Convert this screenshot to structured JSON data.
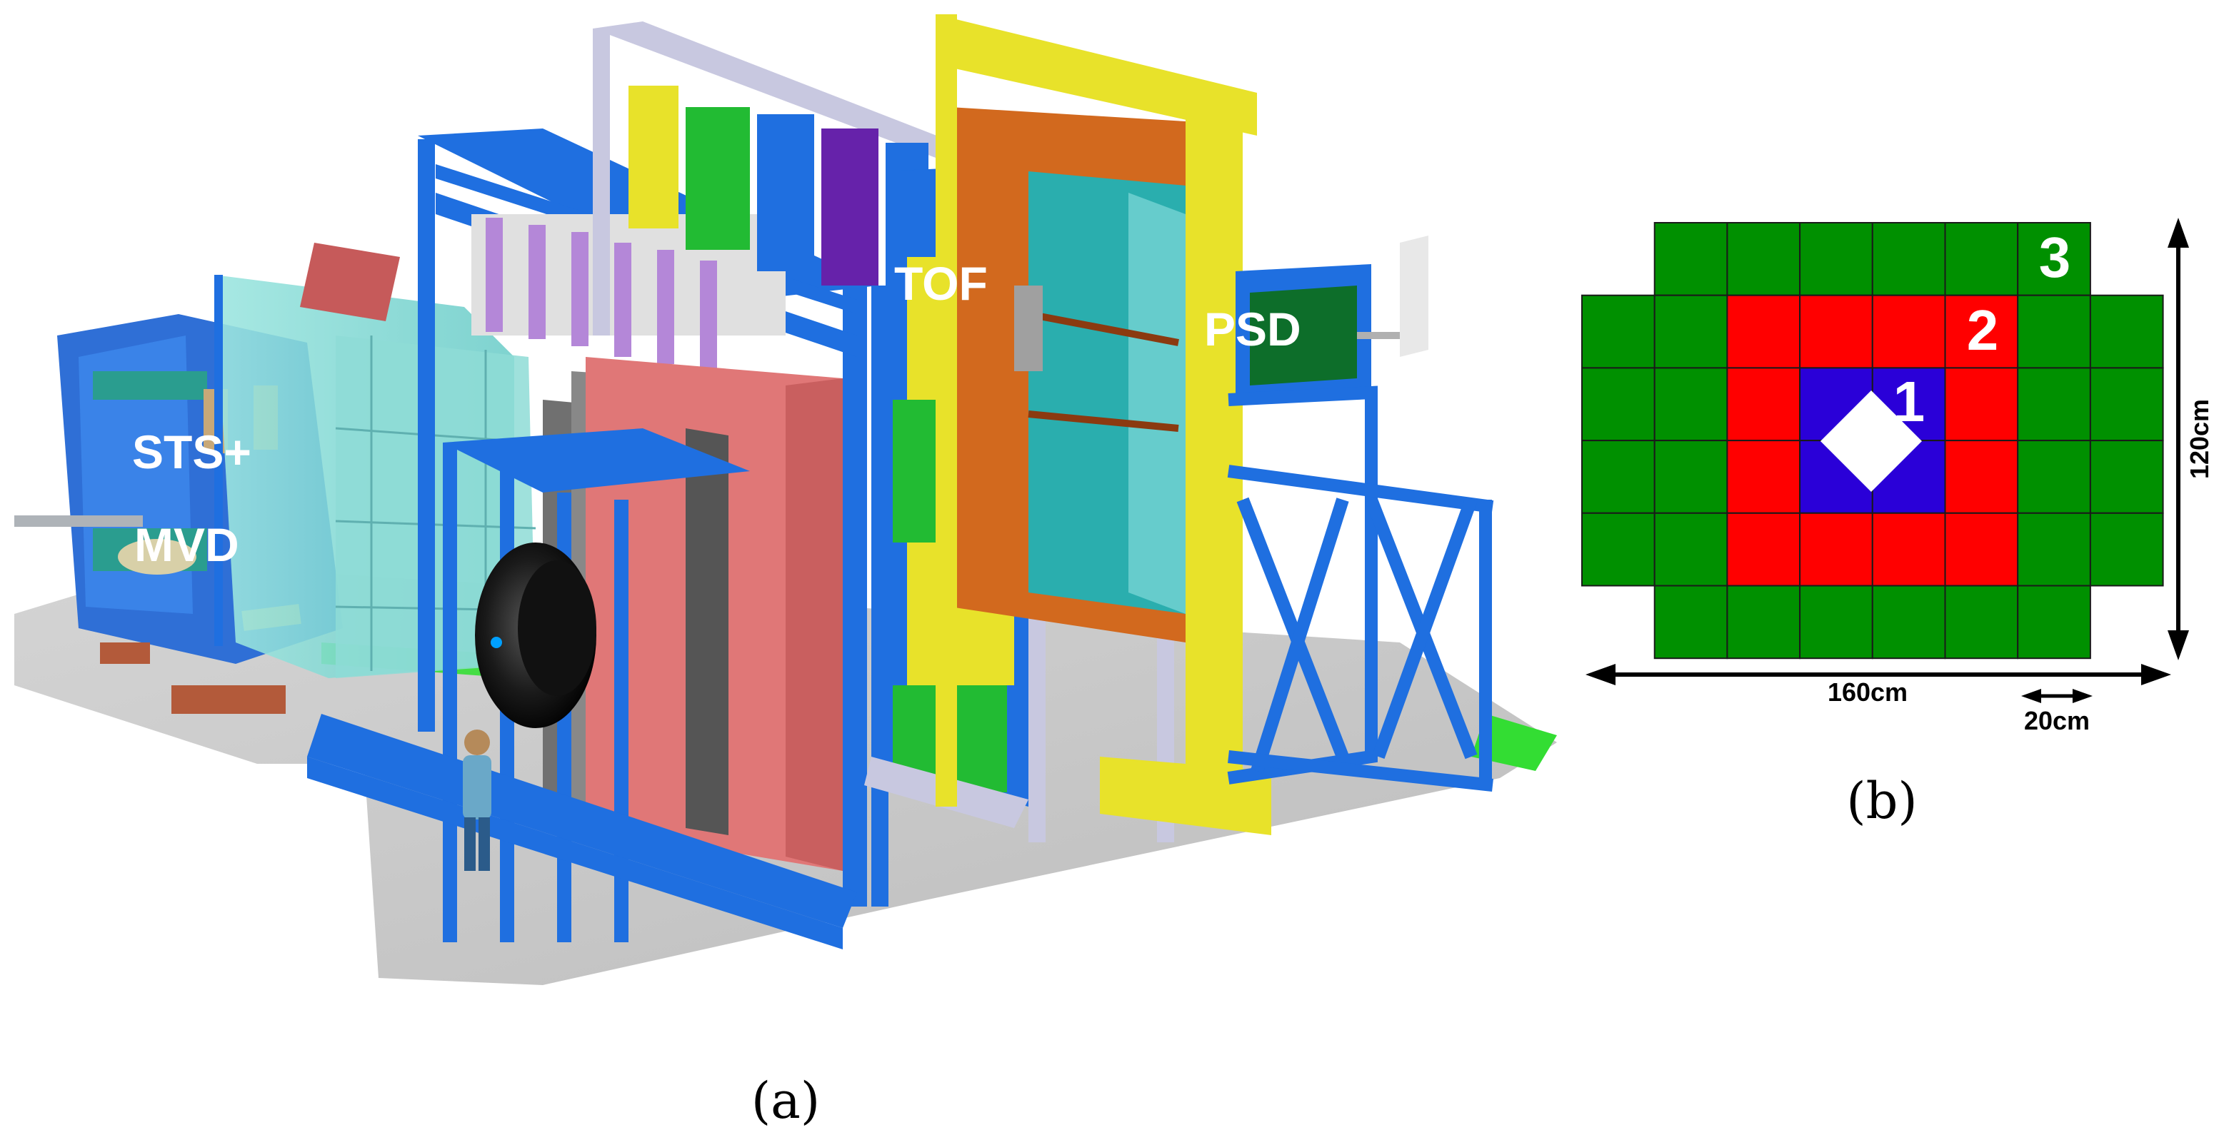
{
  "panel_a": {
    "labels": {
      "sts": "STS+",
      "mvd": "MVD",
      "tof": "TOF",
      "psd": "PSD"
    },
    "caption": "(a)"
  },
  "panel_b": {
    "module_groups": [
      {
        "number": "1",
        "color": "#2a00d8"
      },
      {
        "number": "2",
        "color": "#ff0000"
      },
      {
        "number": "3",
        "color": "#009000"
      }
    ],
    "dimensions": {
      "width": "160cm",
      "height": "120cm",
      "module": "20cm"
    },
    "caption": "(b)"
  },
  "colors": {
    "frame_blue": "#1f6fe0",
    "yellow": "#e8e22a",
    "green_module": "#009000",
    "red_module": "#ff0000",
    "blue_module": "#2a00d8"
  }
}
